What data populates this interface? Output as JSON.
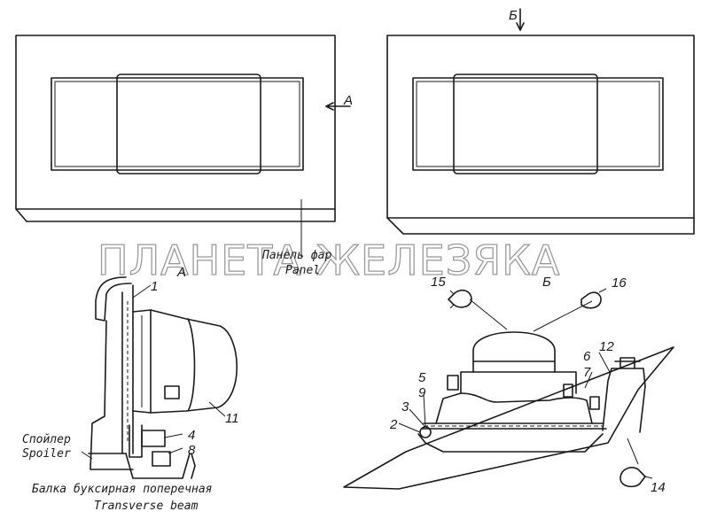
{
  "watermark": "ПЛАНЕТА ЖЕЛЕЗЯКА",
  "view_labels": {
    "arrow_a": "A",
    "arrow_b": "Б",
    "view_a": "A",
    "view_b": "Б"
  },
  "labels": {
    "panel_ru": "Панель фар",
    "panel_en": "Panel",
    "spoiler_ru": "Спойлер",
    "spoiler_en": "Spoiler",
    "beam_ru": "Балка буксирная поперечная",
    "beam_en": "Transverse beam"
  },
  "callouts": {
    "n1": "1",
    "n2": "2",
    "n3": "3",
    "n4": "4",
    "n5": "5",
    "n6": "6",
    "n7": "7",
    "n8": "8",
    "n9": "9",
    "n11": "11",
    "n12": "12",
    "n14": "14",
    "n15": "15",
    "n16": "16"
  }
}
